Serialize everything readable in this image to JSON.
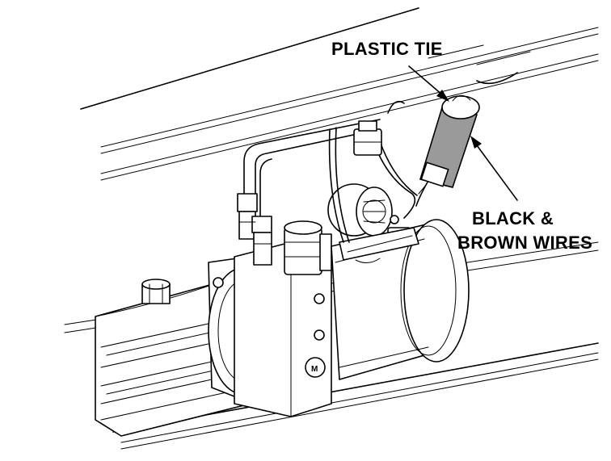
{
  "callouts": {
    "plastic_tie": "PLASTIC TIE",
    "wires_line1": "BLACK &",
    "wires_line2": "BROWN WIRES"
  },
  "colors": {
    "line": "#000000",
    "background": "#ffffff",
    "tie_fill": "#9a9a9a"
  }
}
